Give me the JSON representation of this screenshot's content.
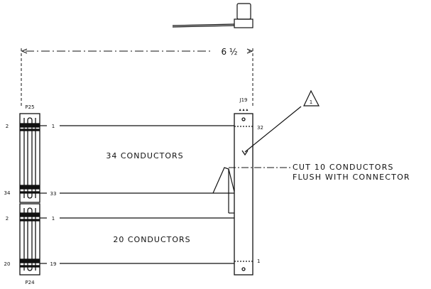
{
  "dimension": {
    "label": "6 ½"
  },
  "connectors": {
    "p25": {
      "label": "P25",
      "pin_top": "2",
      "pin_bottom": "34"
    },
    "p24": {
      "label": "P24",
      "pin_top": "2",
      "pin_bottom": "20"
    },
    "j19": {
      "label": "J19",
      "pin_top": "32",
      "pin_bottom": "1"
    }
  },
  "wire_pins": {
    "top_a": "1",
    "mid_a": "33",
    "top_b": "1",
    "bottom_b": "19"
  },
  "cables": {
    "cable_a": {
      "label": "34 CONDUCTORS"
    },
    "cable_b": {
      "label": "20 CONDUCTORS"
    }
  },
  "note": {
    "line1": "CUT 10 CONDUCTORS",
    "line2": "FLUSH WITH CONNECTOR"
  },
  "revision_flag": {
    "symbol": "1"
  }
}
